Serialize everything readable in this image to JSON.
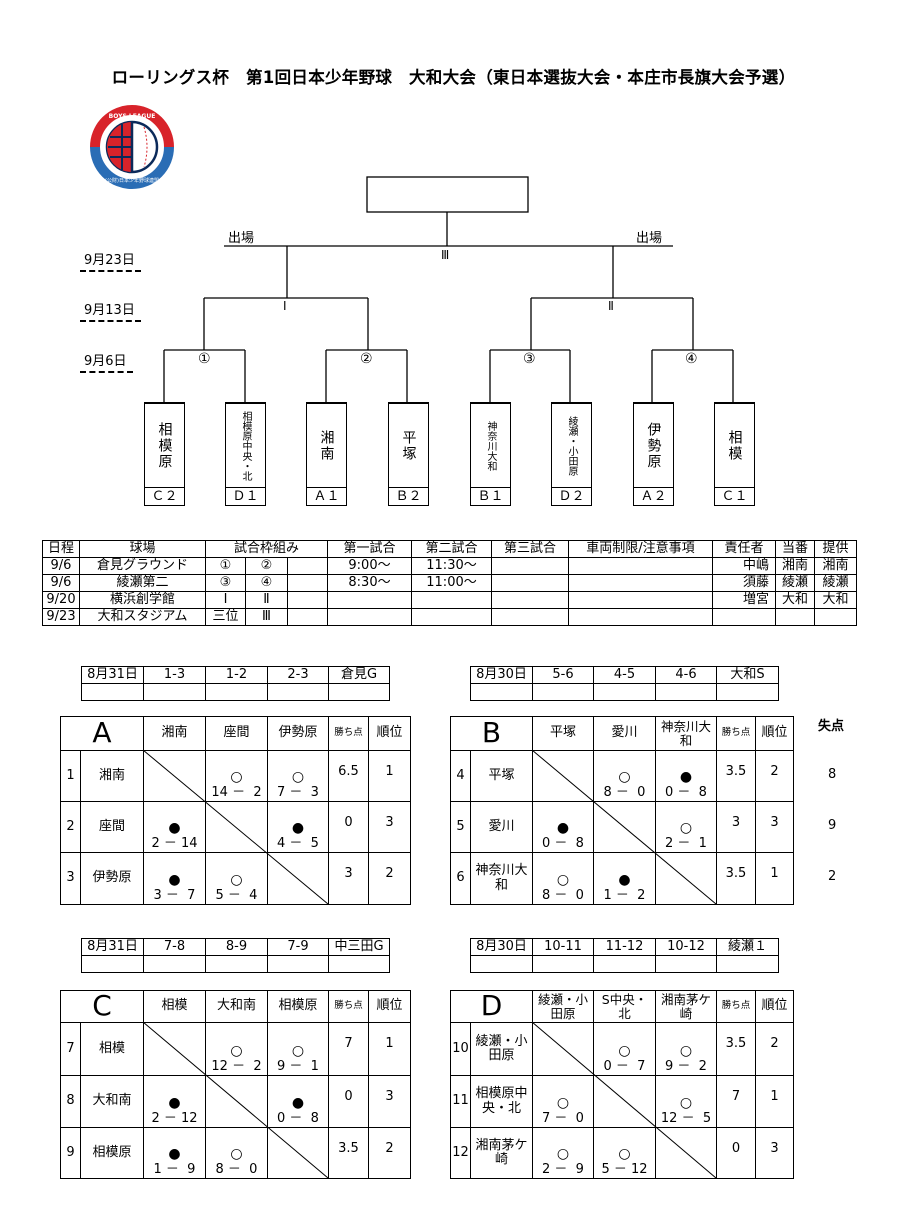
{
  "title": "ローリングス杯　第1回日本少年野球　大和大会（東日本選抜大会・本庄市長旗大会予選）",
  "logo": {
    "top_text": "BOYS LEAGUE",
    "bottom_text": "(公財)日本少年野球連盟"
  },
  "bracket": {
    "final_label": "Ⅲ",
    "appearance_label": "出場",
    "dates": [
      "9月23日",
      "9月13日",
      "9月6日"
    ],
    "semis": [
      "Ⅰ",
      "Ⅱ"
    ],
    "rounds": [
      "①",
      "②",
      "③",
      "④"
    ],
    "teams": [
      {
        "name": "相模原",
        "seed": "Ｃ２"
      },
      {
        "name": "相模原中央・北",
        "seed": "Ｄ１"
      },
      {
        "name": "湘南",
        "seed": "Ａ１"
      },
      {
        "name": "平塚",
        "seed": "Ｂ２"
      },
      {
        "name": "神奈川大和",
        "seed": "Ｂ１"
      },
      {
        "name": "綾瀬・小田原",
        "seed": "Ｄ２"
      },
      {
        "name": "伊勢原",
        "seed": "Ａ２"
      },
      {
        "name": "相模",
        "seed": "Ｃ１"
      }
    ]
  },
  "schedule": {
    "headers": [
      "日程",
      "球場",
      "試合枠組み",
      "第一試合",
      "第二試合",
      "第三試合",
      "車両制限/注意事項",
      "責任者",
      "当番",
      "提供"
    ],
    "rows": [
      [
        "9/6",
        "倉見グラウンド",
        "①",
        "②",
        "",
        "9:00～",
        "11:30～",
        "",
        "",
        "中嶋",
        "湘南",
        "湘南"
      ],
      [
        "9/6",
        "綾瀬第二",
        "③",
        "④",
        "",
        "8:30～",
        "11:00～",
        "",
        "",
        "須藤",
        "綾瀬",
        "綾瀬"
      ],
      [
        "9/20",
        "横浜創学館",
        "Ⅰ",
        "Ⅱ",
        "",
        "",
        "",
        "",
        "",
        "増宮",
        "大和",
        "大和"
      ],
      [
        "9/23",
        "大和スタジアム",
        "三位",
        "Ⅲ",
        "",
        "",
        "",
        "",
        "",
        "",
        "",
        ""
      ]
    ]
  },
  "groups": [
    {
      "letter": "A",
      "match_schedule": {
        "date": "8月31日",
        "matches": [
          "1-3",
          "1-2",
          "2-3"
        ],
        "venue": "倉見G"
      },
      "columns": [
        "湘南",
        "座間",
        "伊勢原"
      ],
      "points_header": "勝ち点",
      "rank_header": "順位",
      "rows": [
        {
          "num": "1",
          "name": "湘南",
          "results": [
            null,
            {
              "mark": "○",
              "score": "14 －  2"
            },
            {
              "mark": "○",
              "score": "7 －  3"
            }
          ],
          "points": "6.5",
          "rank": "1"
        },
        {
          "num": "2",
          "name": "座間",
          "results": [
            {
              "mark": "●",
              "score": "2 － 14"
            },
            null,
            {
              "mark": "●",
              "score": "4 －  5"
            }
          ],
          "points": "0",
          "rank": "3"
        },
        {
          "num": "3",
          "name": "伊勢原",
          "results": [
            {
              "mark": "●",
              "score": "3 －  7"
            },
            {
              "mark": "○",
              "score": "5 －  4"
            },
            null
          ],
          "points": "3",
          "rank": "2"
        }
      ]
    },
    {
      "letter": "B",
      "match_schedule": {
        "date": "8月30日",
        "matches": [
          "5-6",
          "4-5",
          "4-6"
        ],
        "venue": "大和S"
      },
      "columns": [
        "平塚",
        "愛川",
        "神奈川大和"
      ],
      "points_header": "勝ち点",
      "rank_header": "順位",
      "runs_allowed_header": "失点",
      "rows": [
        {
          "num": "4",
          "name": "平塚",
          "results": [
            null,
            {
              "mark": "○",
              "score": "8 －  0"
            },
            {
              "mark": "●",
              "score": "0 －  8"
            }
          ],
          "points": "3.5",
          "rank": "2",
          "runs_allowed": "8"
        },
        {
          "num": "5",
          "name": "愛川",
          "results": [
            {
              "mark": "●",
              "score": "0 －  8"
            },
            null,
            {
              "mark": "○",
              "score": "2 －  1"
            }
          ],
          "points": "3",
          "rank": "3",
          "runs_allowed": "9"
        },
        {
          "num": "6",
          "name": "神奈川大和",
          "results": [
            {
              "mark": "○",
              "score": "8 －  0"
            },
            {
              "mark": "●",
              "score": "1 －  2"
            },
            null
          ],
          "points": "3.5",
          "rank": "1",
          "runs_allowed": "2"
        }
      ]
    },
    {
      "letter": "C",
      "match_schedule": {
        "date": "8月31日",
        "matches": [
          "7-8",
          "8-9",
          "7-9"
        ],
        "venue": "中三田G"
      },
      "columns": [
        "相模",
        "大和南",
        "相模原"
      ],
      "points_header": "勝ち点",
      "rank_header": "順位",
      "rows": [
        {
          "num": "7",
          "name": "相模",
          "results": [
            null,
            {
              "mark": "○",
              "score": "12 －  2"
            },
            {
              "mark": "○",
              "score": "9 －  1"
            }
          ],
          "points": "7",
          "rank": "1"
        },
        {
          "num": "8",
          "name": "大和南",
          "results": [
            {
              "mark": "●",
              "score": "2 － 12"
            },
            null,
            {
              "mark": "●",
              "score": "0 －  8"
            }
          ],
          "points": "0",
          "rank": "3"
        },
        {
          "num": "9",
          "name": "相模原",
          "results": [
            {
              "mark": "●",
              "score": "1 －  9"
            },
            {
              "mark": "○",
              "score": "8 －  0"
            },
            null
          ],
          "points": "3.5",
          "rank": "2"
        }
      ]
    },
    {
      "letter": "D",
      "match_schedule": {
        "date": "8月30日",
        "matches": [
          "10-11",
          "11-12",
          "10-12"
        ],
        "venue": "綾瀬１"
      },
      "columns": [
        "綾瀬・小田原",
        "S中央・北",
        "湘南茅ケ崎"
      ],
      "points_header": "勝ち点",
      "rank_header": "順位",
      "rows": [
        {
          "num": "10",
          "name": "綾瀬・小田原",
          "results": [
            null,
            {
              "mark": "○",
              "score": "0 －  7"
            },
            {
              "mark": "○",
              "score": "9 －  2"
            }
          ],
          "points": "3.5",
          "rank": "2"
        },
        {
          "num": "11",
          "name": "相模原中央・北",
          "results": [
            {
              "mark": "○",
              "score": "7 －  0"
            },
            null,
            {
              "mark": "○",
              "score": "12 －  5"
            }
          ],
          "points": "7",
          "rank": "1"
        },
        {
          "num": "12",
          "name": "湘南茅ケ崎",
          "results": [
            {
              "mark": "○",
              "score": "2 －  9"
            },
            {
              "mark": "○",
              "score": "5 － 12"
            },
            null
          ],
          "points": "0",
          "rank": "3"
        }
      ]
    }
  ]
}
